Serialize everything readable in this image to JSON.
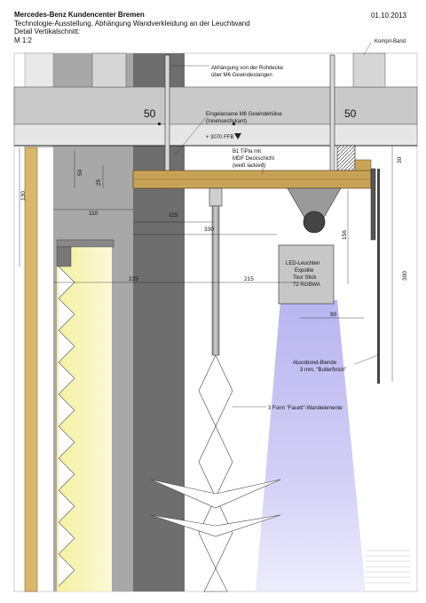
{
  "header": {
    "title": "Mercedes-Benz Kundencenter Bremen",
    "subtitle": "Technologie-Ausstellung, Abhängung Wandverkleidung an der Leuchtwand",
    "detail": "Detail Vertikalschnitt:",
    "scale": "M 1:2",
    "date": "01.10.2013"
  },
  "annotations": {
    "kompri_band": "Kompri-Band",
    "abhaengung_1": "Abhängung von der Rohdecke",
    "abhaengung_2": "über M6 Gewindestangen",
    "huelse_1": "Eingelassene M6 Gewindehülse",
    "huelse_2": "(Innensechskant)",
    "ffb": "+ 3070 FFB",
    "tipla_1": "B1 TiPla mit",
    "tipla_2": "MDF Deckschicht",
    "tipla_3": "(weiß lackiert)",
    "led_1": "LED-Leuchten",
    "led_2": "Expolite",
    "led_3": "Tour Stick",
    "led_4": "72 RGBWA",
    "alucobond_1": "Alucobond-Blende",
    "alucobond_2": "3 mm, \"Butlerfinish\"",
    "facett": "3 Form \"Facett\"-Wandelemente"
  },
  "dimensions": {
    "d50_left": "50",
    "d50_right": "50",
    "d30": "30",
    "d130": "130",
    "d50_v": "50",
    "d25": "25",
    "d110": "110",
    "d115": "115",
    "d330": "330",
    "d156": "156",
    "d300": "300",
    "d225": "225",
    "d215": "215",
    "d90": "90"
  },
  "colors": {
    "concrete": "#9a9a9a",
    "concrete_light": "#c8c8c8",
    "wood": "#c8a45a",
    "led_light": "#b8b4ee",
    "wall_light": "#f3ee9c",
    "metal": "#3c3c3c"
  }
}
